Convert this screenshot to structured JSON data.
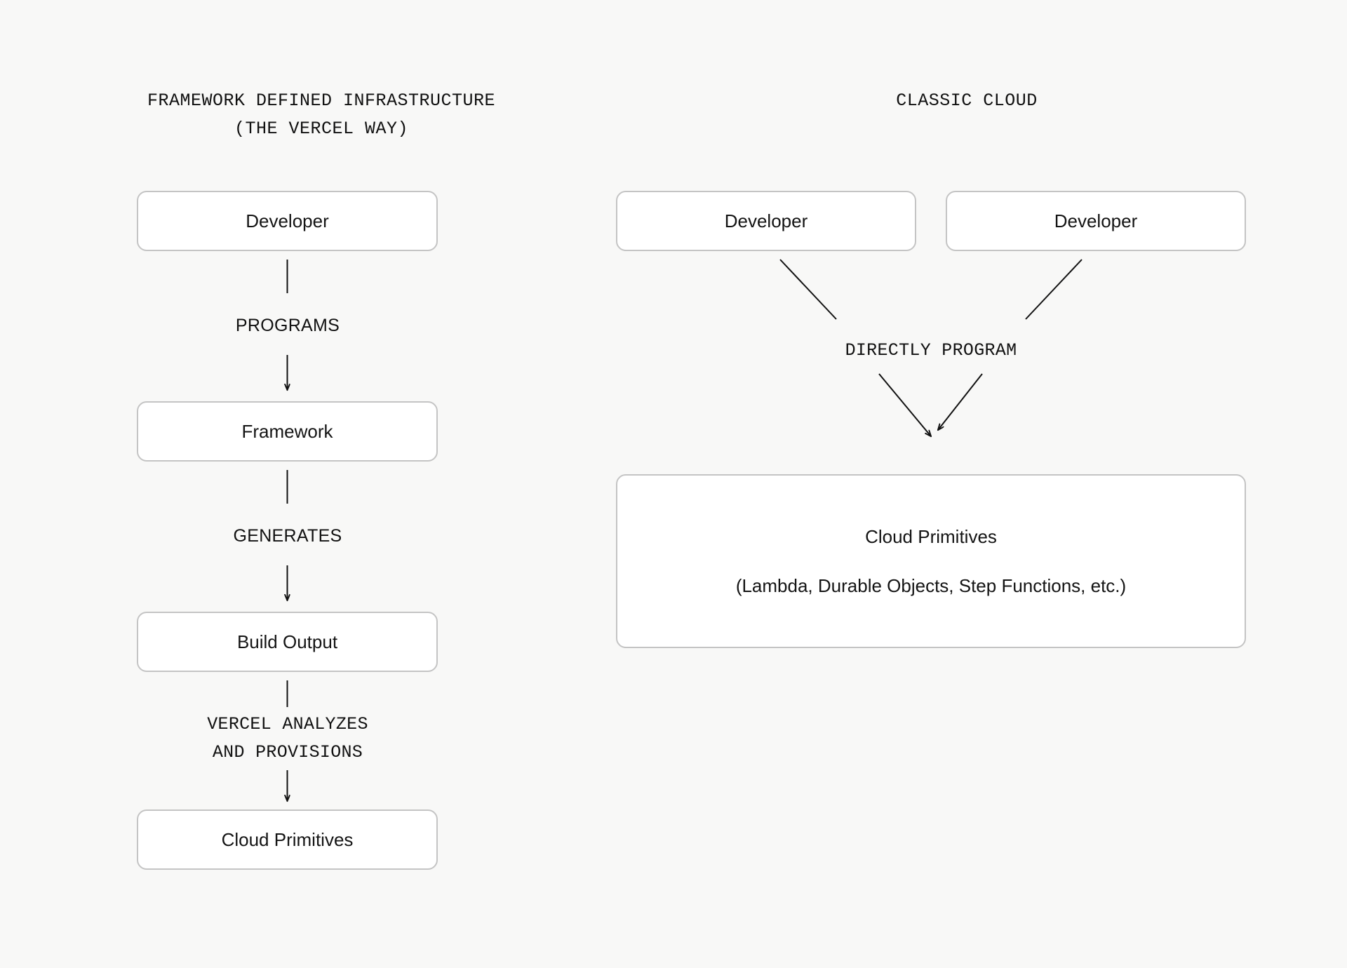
{
  "background_color": "#f8f8f7",
  "box_border_color": "#c4c4c4",
  "box_fill_color": "#ffffff",
  "text_color": "#111111",
  "panels": {
    "left": {
      "title": "FRAMEWORK DEFINED INFRASTRUCTURE\n(THE VERCEL WAY)",
      "nodes": {
        "developer": "Developer",
        "framework": "Framework",
        "build_output": "Build Output",
        "cloud_primitives": "Cloud Primitives"
      },
      "edge_labels": {
        "programs": "PROGRAMS",
        "generates": "GENERATES",
        "provisions": "VERCEL ANALYZES\nAND PROVISIONS"
      }
    },
    "right": {
      "title": "CLASSIC CLOUD",
      "nodes": {
        "developer_1": "Developer",
        "developer_2": "Developer",
        "cloud_primitives_title": "Cloud Primitives",
        "cloud_primitives_sub": "(Lambda, Durable Objects, Step Functions, etc.)"
      },
      "edge_labels": {
        "directly_program": "DIRECTLY PROGRAM"
      }
    }
  }
}
